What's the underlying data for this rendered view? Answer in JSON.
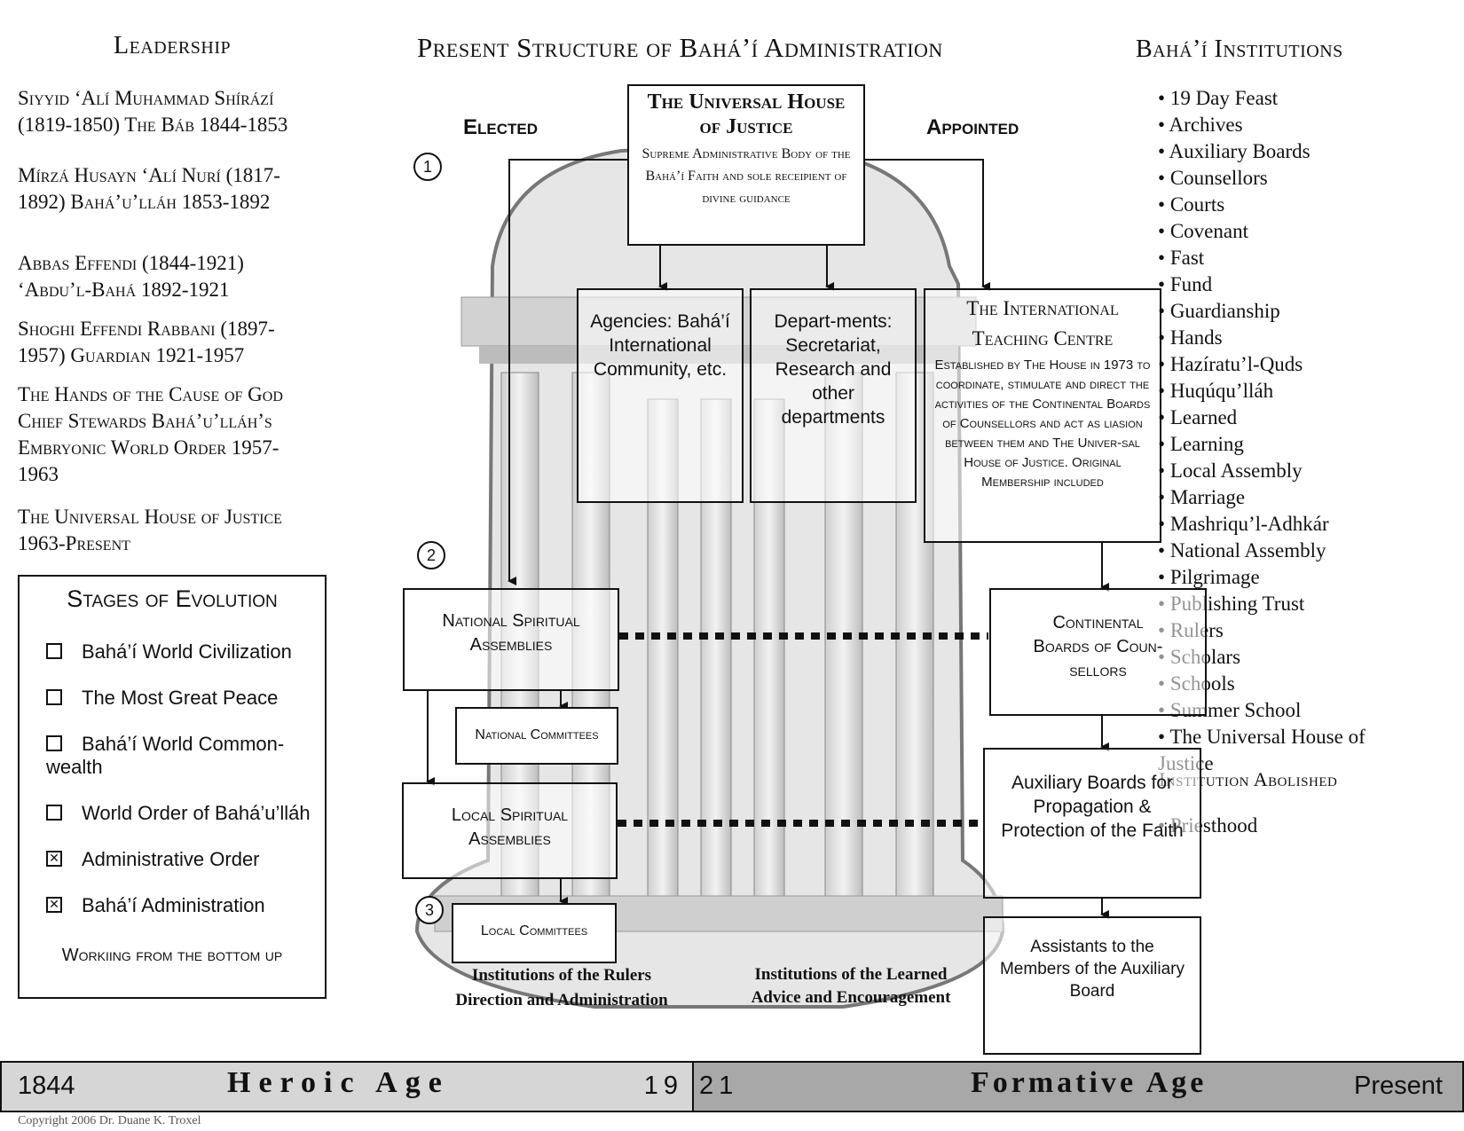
{
  "title": "Present Structure of Bahá’í Administration",
  "leadership": {
    "heading": "Leadership",
    "entries": [
      "Siyyid ‘Alí Muhammad Shírází (1819-1850) The Báb 1844-1853",
      "Mírzá Husayn ‘Alí Nurí (1817-1892) Bahá’u’lláh 1853-1892",
      "Abbas Effendi (1844-1921) ‘Abdu’l-Bahá 1892-1921",
      "Shoghi Effendi Rabbani (1897-1957) Guardian 1921-1957",
      "The Hands of the Cause of God Chief Stewards Bahá’u’lláh’s Embryonic World Order 1957-1963",
      "The Universal House of Justice 1963-Present"
    ]
  },
  "stages": {
    "heading": "Stages of Evolution",
    "items": [
      {
        "label": "Bahá’í World Civilization",
        "checked": false
      },
      {
        "label": "The Most Great Peace",
        "checked": false
      },
      {
        "label": "Bahá’í World Common-wealth",
        "checked": false
      },
      {
        "label": "World Order of Bahá’u’lláh",
        "checked": false
      },
      {
        "label": "Administrative Order",
        "checked": true
      },
      {
        "label": "Bahá’í Administration",
        "checked": true
      }
    ],
    "footer": "Workiing from the bottom up"
  },
  "institutions": {
    "heading": "Bahá’í Institutions",
    "items": [
      "19 Day Feast",
      "Archives",
      "Auxiliary Boards",
      "Counsellors",
      "Courts",
      "Covenant",
      "Fast",
      "Fund",
      "Guardianship",
      "Hands",
      "Hazíratu’l-Quds",
      "Huqúqu’lláh",
      "Learned",
      "Learning",
      "Local Assembly",
      "Marriage",
      "Mashriqu’l-Adhkár",
      "National Assembly",
      "Pilgrimage",
      "Publishing Trust",
      "Rulers",
      "Scholars",
      "Schools",
      "Summer School",
      "The Universal House of Justice"
    ],
    "abolished_heading": "Institution Abolished",
    "abolished_items": [
      "Priesthood"
    ]
  },
  "diagram": {
    "elected": "Elected",
    "appointed": "Appointed",
    "uhj_title": "The Universal House of Justice",
    "uhj_desc": "Supreme Administrative Body of the Bahá’í Faith and sole receipient of divine guidance",
    "agencies": "Agencies: Bahá’í International Community, etc.",
    "departments": "Depart-ments: Secretariat, Research and other departments",
    "itc_title": "The International Teaching Centre",
    "itc_desc": "Established by The House in 1973 to coordinate, stimulate and direct the activities of the Continental Boards of Counsellors and act as liasion between them and The Univer-sal House of Justice. Original Membership included",
    "nsa": "National Spiritual Assemblies",
    "national_committees": "National Committees",
    "lsa": "Local Spiritual Assemblies",
    "local_committees": "Local Committees",
    "cbc": "Continental Boards of Coun-sellors",
    "aux": "Auxiliary Boards for Propagation & Protection of the Faith",
    "assistants": "Assistants to the Members of the Auxiliary Board",
    "rulers_line1": "Institutions of the Rulers",
    "rulers_line2": "Direction and Administration",
    "learned_line1": "Institutions of the Learned",
    "learned_line2": "Advice and Encouragement",
    "markers": [
      "1",
      "2",
      "3"
    ]
  },
  "timeline": {
    "start": "1844",
    "heroic": "Heroic Age",
    "mid_left": "19",
    "mid_right": "21",
    "formative": "Formative Age",
    "end": "Present"
  },
  "copyright": "Copyright 2006 Dr. Duane K. Troxel"
}
